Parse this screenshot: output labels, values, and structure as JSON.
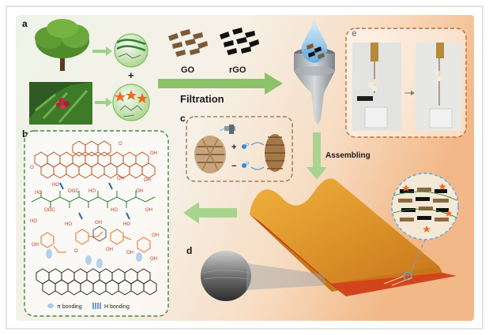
{
  "panels": {
    "a": "a",
    "b": "b",
    "c": "c",
    "d": "d",
    "e": "e"
  },
  "labels": {
    "go": "GO",
    "rgo": "rGO",
    "filtration": "Filtration",
    "assembling": "Assembling",
    "plus": "+",
    "c_plus": "+",
    "c_minus": "−"
  },
  "legend": {
    "pi_bonding": "π bonding",
    "h_bonding": "H bonding"
  },
  "chem_labels": [
    "O",
    "OH",
    "O",
    "OH",
    "OH",
    "HO",
    "HO",
    "OH",
    "OOC",
    "HO",
    "OOC",
    "HO",
    "OH",
    "HO",
    "HO",
    "OH",
    "HO",
    "OH",
    "OH",
    "O",
    "OH",
    "OH",
    "OH"
  ],
  "colors": {
    "background_left": "#e9f1df",
    "background_right": "#f3c9a5",
    "panel_dashed_green": "#3d8a3d",
    "panel_dashed_orange": "#c96a2c",
    "arrow_green": "#8cc26a",
    "film_orange": "#d9892a",
    "film_red": "#d2451c",
    "go_brown": "#7a5a36",
    "rgo_black": "#111111",
    "orange_molecule": "#ee6a1f",
    "h_bond_blue": "#2b6cb0",
    "brown_structure": "#b14a1c",
    "green_chain": "#2e7d32"
  }
}
